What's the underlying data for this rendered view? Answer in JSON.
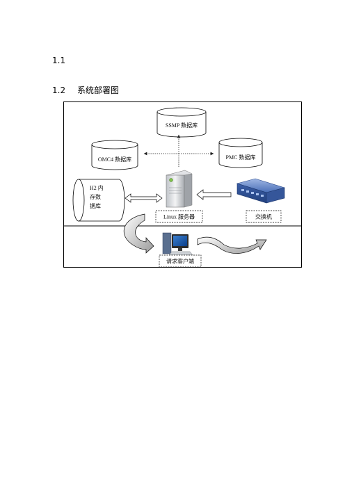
{
  "headings": [
    {
      "number": "1.1",
      "title": ""
    },
    {
      "number": "1.2",
      "title": "系统部署图"
    }
  ],
  "diagram": {
    "ssmp_db": "SSMP 数据库",
    "omc4_db": "OMC4 数据库",
    "pmc_db": "PMC 数据库",
    "h2_db_lines": [
      "H2 内",
      "存数",
      "据库"
    ],
    "linux_server": "Linux 服务器",
    "switch": "交换机",
    "client": "请求客户端"
  }
}
